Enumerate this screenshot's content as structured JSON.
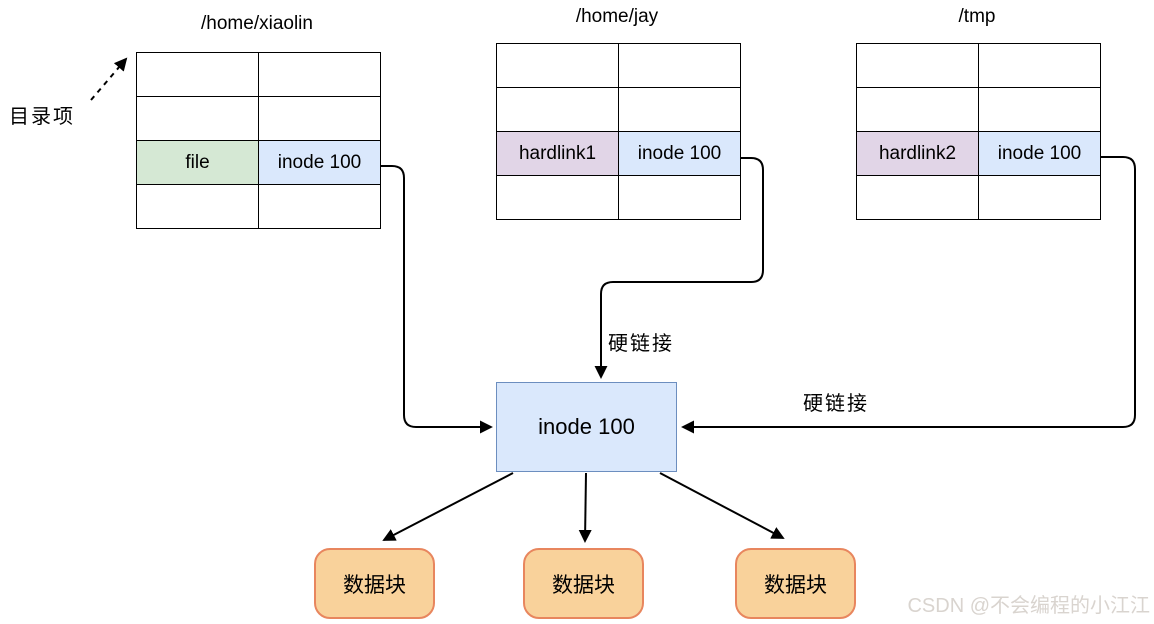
{
  "diagram_title": "hardlink inode diagram",
  "labels": {
    "directory_entry": "目录项",
    "hardlink_top": "硬链接",
    "hardlink_right": "硬链接"
  },
  "tables": [
    {
      "title": "/home/xiaolin",
      "entry_name": "file",
      "entry_inode": "inode 100"
    },
    {
      "title": "/home/jay",
      "entry_name": "hardlink1",
      "entry_inode": "inode 100"
    },
    {
      "title": "/tmp",
      "entry_name": "hardlink2",
      "entry_inode": "inode 100"
    }
  ],
  "inode_box": {
    "label": "inode 100"
  },
  "data_blocks": [
    {
      "label": "数据块"
    },
    {
      "label": "数据块"
    },
    {
      "label": "数据块"
    }
  ],
  "watermark": {
    "text": "CSDN @不会编程的小江江"
  },
  "colors": {
    "cell_blue_fill": "#dae8fc",
    "cell_blue_stroke": "#6c8ebf",
    "cell_green_fill": "#d5e8d4",
    "cell_purple_fill": "#e1d5e7",
    "cell_purple_stroke": "#9673a6",
    "inode_fill": "#dae8fc",
    "inode_stroke": "#6c8ebf",
    "datablock_fill": "#f9d29b",
    "datablock_stroke": "#e8865e",
    "line": "#000000",
    "watermark_text": "#d9d4cf",
    "background": "#ffffff"
  }
}
